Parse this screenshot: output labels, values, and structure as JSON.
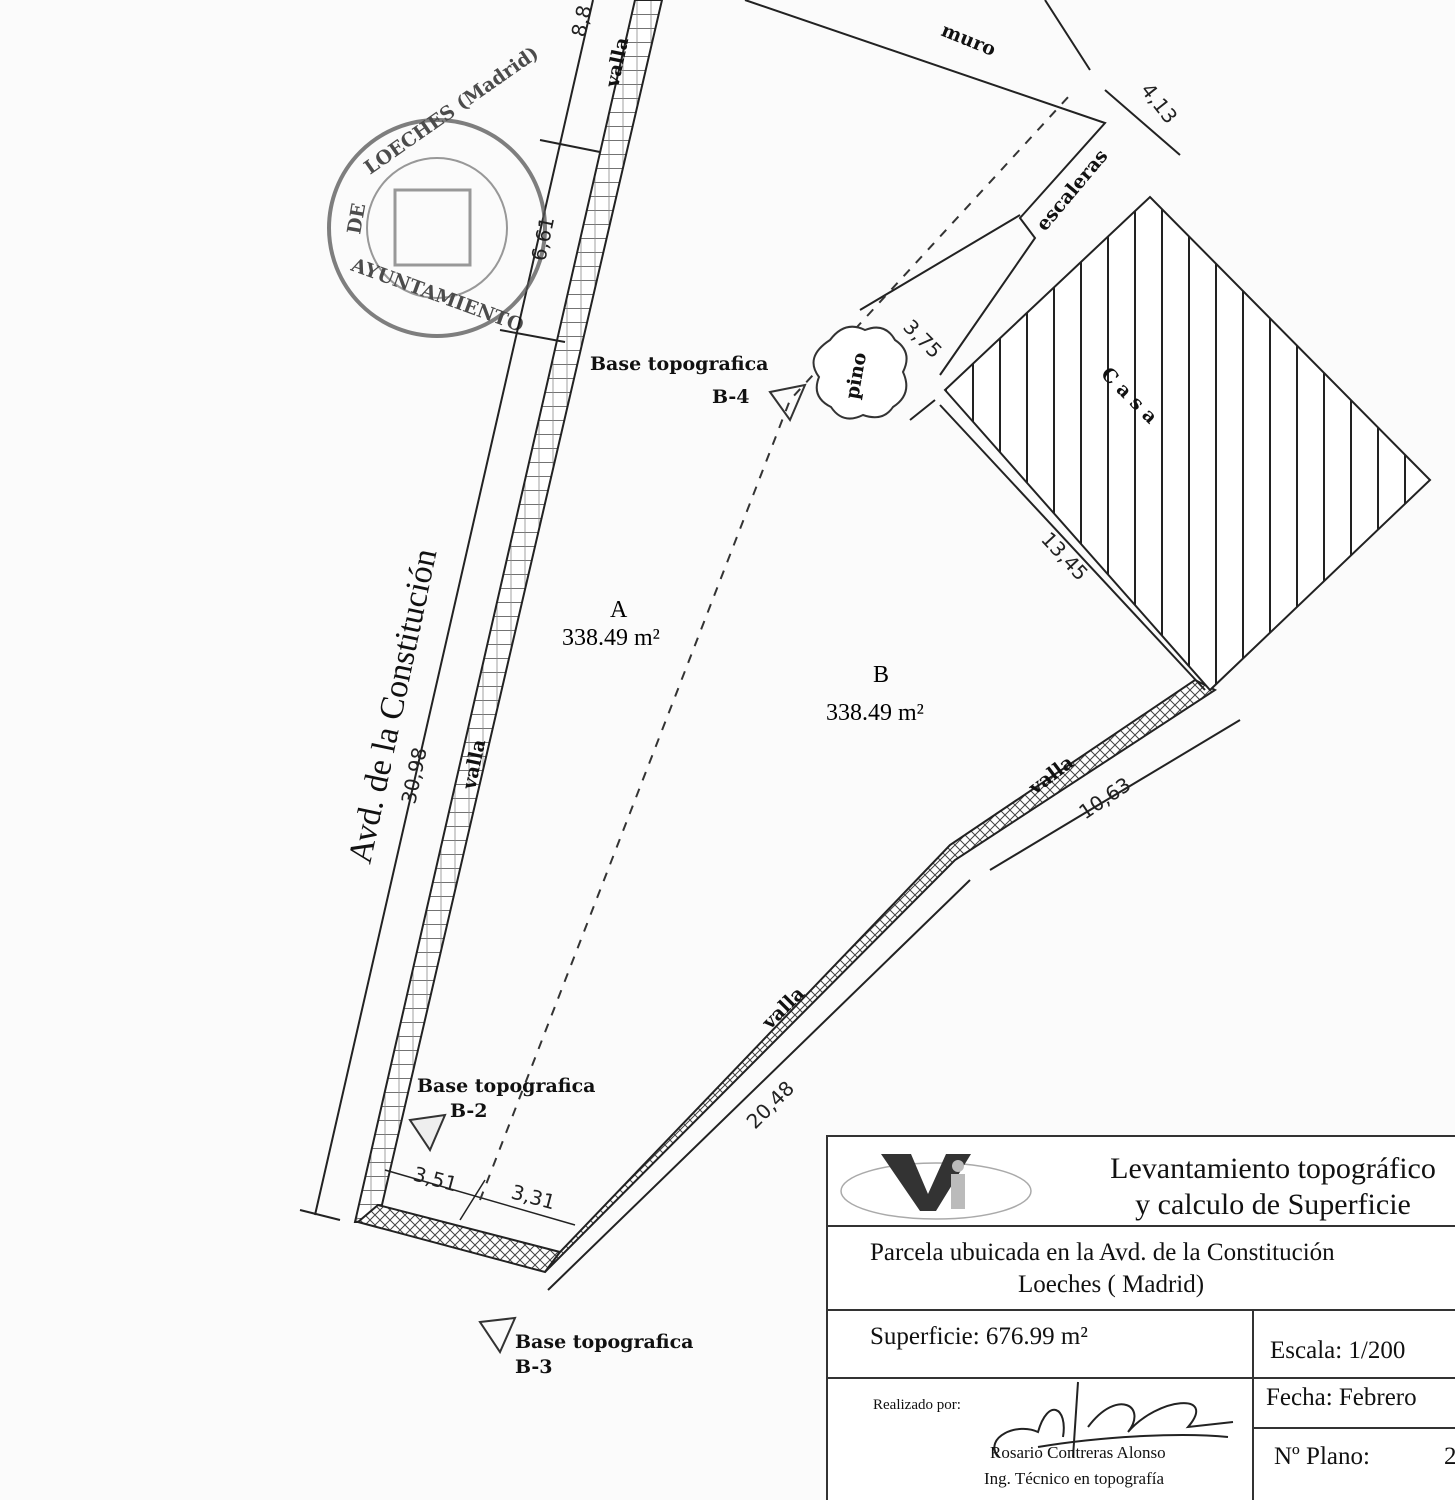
{
  "plan": {
    "street_name": "Avd. de la Constitución",
    "dimensions": {
      "road_length": "30,98",
      "top_left": "8,8",
      "stamp_segment": "6,61",
      "muro_end": "4,13",
      "escaleras_width": "3,75",
      "casa_side": "13,45",
      "fence_upper": "10,63",
      "fence_lower": "20,48",
      "base_left": "3,51",
      "base_right": "3,31"
    },
    "labels": {
      "valla": "valla",
      "muro": "muro",
      "escaleras": "escaleras",
      "pino": "pino",
      "casa": "C a s a",
      "base_topografica": "Base topografica",
      "b2": "B-2",
      "b3": "B-3",
      "b4": "B-4"
    },
    "parcels": [
      {
        "name": "A",
        "area": "338.49 m²"
      },
      {
        "name": "B",
        "area": "338.49 m²"
      }
    ],
    "stamp": {
      "top": "LOECHES (Madrid)",
      "left": "DE",
      "bottom": "AYUNTAMIENTO"
    }
  },
  "title_block": {
    "company_logo": "Vi",
    "title_line1": "Levantamiento topográfico",
    "title_line2": "y calculo de Superficie",
    "location_line1": "Parcela ubuicada en la  Avd. de la Constitución",
    "location_line2": "Loeches ( Madrid)",
    "superficie": "Superficie: 676.99 m²",
    "escala": "Escala: 1/200",
    "fecha": "Fecha: Febrero",
    "realizado_por": "Realizado por:",
    "author_name": "Rosario Contreras Alonso",
    "author_title": "Ing. Técnico en topografía",
    "plano_label": "Nº Plano:",
    "plano_number": "2"
  }
}
